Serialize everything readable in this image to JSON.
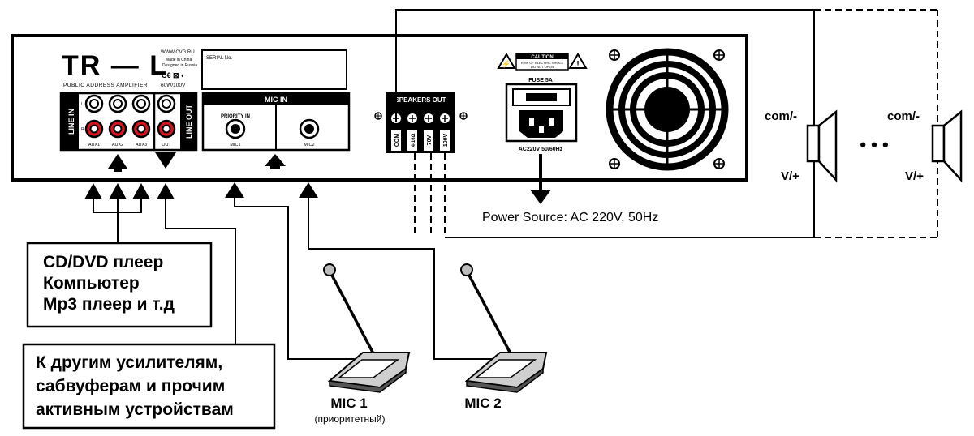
{
  "brand": {
    "logo": "TR — L",
    "website": "WWW.CVG.RU",
    "made_in": "Made in China",
    "designed_in": "Designed in Russia",
    "subtitle": "PUBLIC ADDRESS AMPLIFIER",
    "rating": "60W/100V"
  },
  "serial_label": "SERIAL No.",
  "line_in": {
    "label": "LINE IN",
    "ports": [
      "AUX1",
      "AUX2",
      "AUX3"
    ],
    "channel_left": "L",
    "channel_right": "R"
  },
  "line_out": {
    "label": "LINE OUT",
    "port": "OUT"
  },
  "mic_in": {
    "label": "MIC IN",
    "priority_label": "PRIORITY IN",
    "ports": [
      "MIC1",
      "MIC2"
    ]
  },
  "speakers_out": {
    "label": "SPEAKERS OUT",
    "terminals": [
      "COM",
      "4-16Ω",
      "70V",
      "100V"
    ]
  },
  "caution": {
    "title": "CAUTION",
    "line1": "RISK OF ELECTRIC SHOCK",
    "line2": "DO NOT OPEN"
  },
  "fuse_label": "FUSE 5A",
  "ac_label": "AC220V 50/60Hz",
  "power_source": "Power Source: AC 220V, 50Hz",
  "speakers": {
    "common_label": "com/-",
    "positive_label": "V/+",
    "ellipsis": "• • •"
  },
  "sources_box": [
    "CD/DVD плеер",
    "Компьютер",
    "Mp3 плеер и т.д"
  ],
  "outputs_box": [
    "К другим усилителям,",
    "сабвуферам и прочим",
    "активным устройствам"
  ],
  "mic1": {
    "label": "MIC 1",
    "note": "(приоритетный)"
  },
  "mic2": {
    "label": "MIC 2"
  }
}
